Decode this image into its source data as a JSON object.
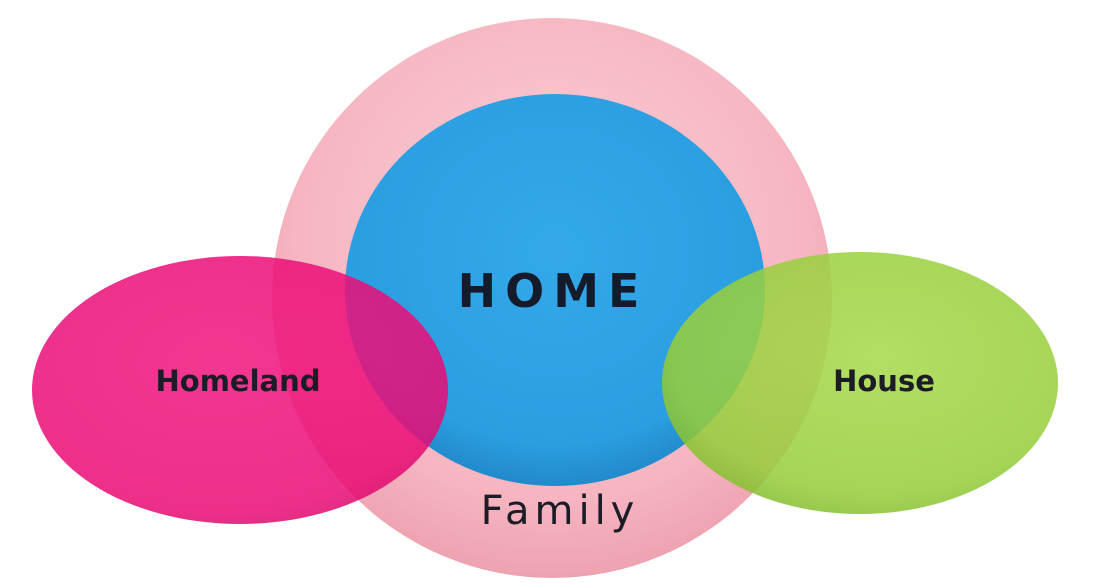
{
  "diagram": {
    "center_label": "HOME",
    "ring_label": "Family",
    "left_label": "Homeland",
    "right_label": "House"
  },
  "colors": {
    "ring": "#f7b8c2",
    "center": "#2a9ee0",
    "left": "#ec0f7a",
    "right": "#95cd3a",
    "text": "#1c1c26"
  }
}
